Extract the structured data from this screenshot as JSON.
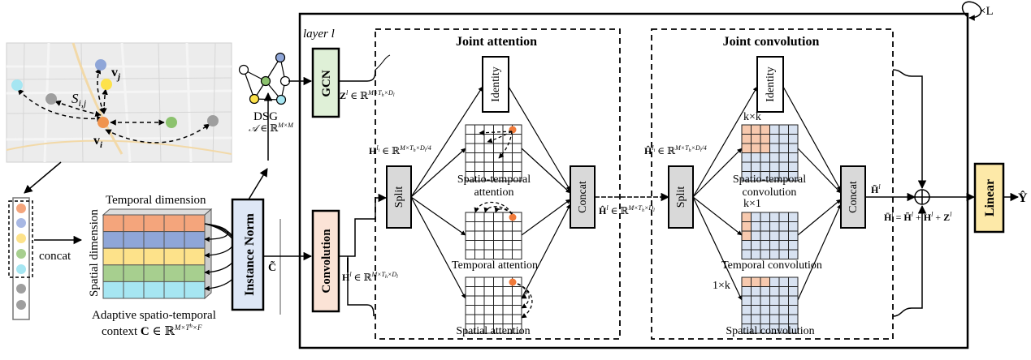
{
  "layer_label": "layer l",
  "repeat_label": "×L",
  "joint_attention": {
    "title": "Joint attention",
    "identity": "Identity",
    "spatio_temporal_1": "Spatio-temporal",
    "spatio_temporal_2": "attention",
    "temporal": "Temporal attention",
    "spatial": "Spatial attention",
    "split": "Split",
    "concat": "Concat"
  },
  "joint_convolution": {
    "title": "Joint convolution",
    "identity": "Identity",
    "kernel_kk": "k×k",
    "kernel_k1": "k×1",
    "kernel_1k": "1×k",
    "spatio_temporal_1": "Spatio-temporal",
    "spatio_temporal_2": "convolution",
    "temporal": "Temporal  convolution",
    "spatial": "Spatial convolution",
    "split": "Split",
    "concat": "Concat"
  },
  "blocks": {
    "gcn": "GCN",
    "convolution": "Convolution",
    "instance_norm": "Instance  Norm",
    "linear": "Linear"
  },
  "dsg": {
    "label": "DSG",
    "formula": "𝒜 ∈ ℝ^{M×M}"
  },
  "map": {
    "vj": "v_j",
    "vi": "v_i",
    "sij": "S_{i,j}"
  },
  "concat_arrow_label": "concat",
  "context": {
    "temporal_dim": "Temporal dimension",
    "spatial_dim": "Spatial dimension",
    "caption_1": "Adaptive spatio-temporal",
    "caption_2": "context"
  },
  "formulas": {
    "z": "Z^l ∈ ℝ^{M×T_h×D_l}",
    "h_l": "H^{l_i} ∈ ℝ^{M×T_h×D_l/4}",
    "h_conv": "H^l ∈ ℝ^{M×T_h×D_l}",
    "h_hat": "Ĥ^l ∈ ℝ^{M×T_h×D_l}",
    "h_hat_i": "Ĥ^{l_i} ∈ ℝ^{M×T_h×D_l/4}",
    "h_tilde": "H̃^l",
    "sum": "H̄^l = H̃^l + H^l + Z^l",
    "c_tilde": "C̃",
    "c": "C ∈ ℝ^{M×T^h×F}",
    "y_hat": "Ŷ"
  },
  "colors": {
    "orange": "#f4a57c",
    "blue": "#8fa6d8",
    "yellow": "#fde28a",
    "green": "#a7cf8f",
    "cyan": "#a6e6f2",
    "gcn_fill": "#dff0d7",
    "conv_fill": "#fbe3d6",
    "norm_fill": "#dee7f6",
    "linear_fill": "#fde9a8",
    "split_fill": "#d9d9d9",
    "grid_blue": "#d8e2f1",
    "grid_orange": "#f7c9ae"
  }
}
